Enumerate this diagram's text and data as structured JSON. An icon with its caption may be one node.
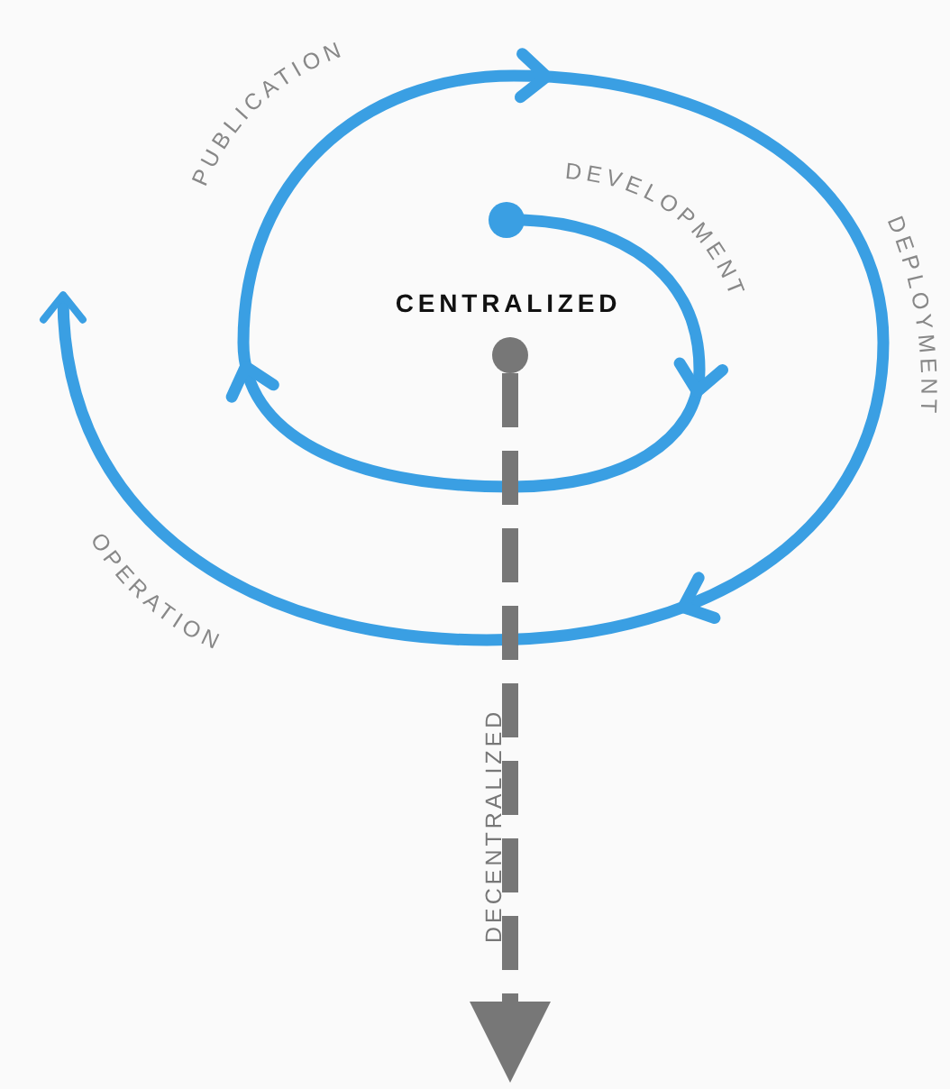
{
  "diagram": {
    "nodes": [
      {
        "text": [
          "CENTRALIZED"
        ]
      },
      {
        "text": [],
        "shape": "circle"
      },
      {
        "text": [],
        "shape": "circle"
      }
    ],
    "edges": [
      {
        "from": 1,
        "to": null,
        "arrow": "to"
      },
      {
        "from": 2,
        "to": null,
        "arrow": "to",
        "style": "dashed",
        "color": "#777777",
        "label": "DECENTRALIZED"
      }
    ],
    "labels": [
      "PUBLICATION",
      "DEVELOPMENT",
      "DEPLOYMENT",
      "OPERATION"
    ]
  }
}
